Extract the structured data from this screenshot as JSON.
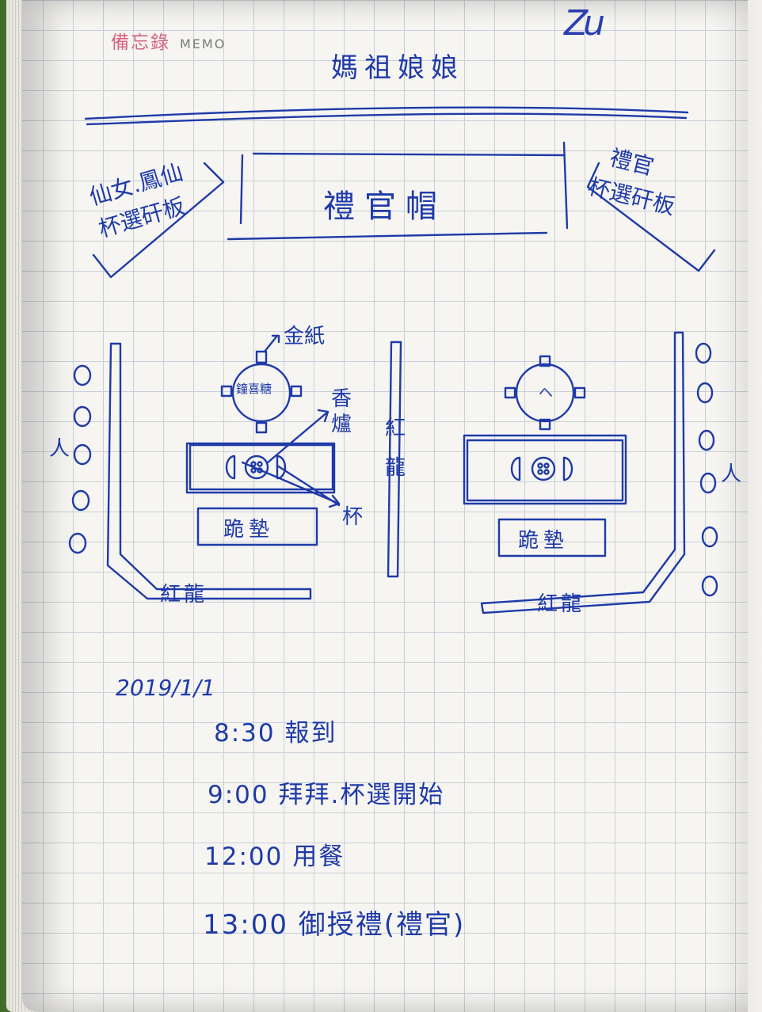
{
  "header": {
    "brand_cn": "備忘錄",
    "brand_en": "MEMO"
  },
  "signature": "Zu",
  "title": "媽祖娘娘",
  "banner": {
    "text": "禮官帽"
  },
  "left_sign": {
    "line1": "仙女.鳳仙",
    "line2": "杯選矸板"
  },
  "right_sign": {
    "line1": "禮官",
    "line2": "杯選矸板"
  },
  "left_table": {
    "gold_paper": "金紙",
    "pot_label": "鐘喜糖",
    "incense_burner": "香爐",
    "cup": "杯",
    "cushion": "跪墊",
    "people": "人",
    "carpet": "紅龍"
  },
  "middle_carpet": "紅龍",
  "right_table": {
    "pot_label": "ヘ",
    "cushion": "跪墊",
    "people": "人",
    "carpet": "紅龍"
  },
  "schedule": {
    "date": "2019/1/1",
    "items": [
      {
        "time": "8:30",
        "event": "報到"
      },
      {
        "time": "9:00",
        "event": "拜拜.杯選開始"
      },
      {
        "time": "12:00",
        "event": "用餐"
      },
      {
        "time": "13:00",
        "event": "御授禮(禮官)"
      }
    ]
  },
  "colors": {
    "ink": "#1f3aa8",
    "header_pink": "#d4677f",
    "grid": "#c9cfd6",
    "cover": "#4f7a36"
  }
}
